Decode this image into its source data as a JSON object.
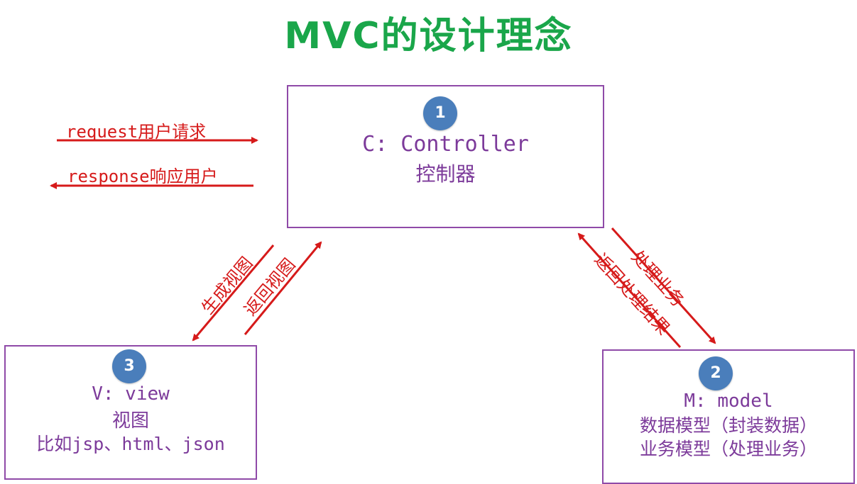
{
  "title": "MVC的设计理念",
  "controller": {
    "number": "1",
    "line1": "C: Controller",
    "line2": "控制器"
  },
  "model": {
    "number": "2",
    "line1": "M: model",
    "line2": "数据模型（封装数据）",
    "line3": "业务模型（处理业务）"
  },
  "view": {
    "number": "3",
    "line1": "V: view",
    "line2": "视图",
    "line3": "比如jsp、html、json"
  },
  "arrows": {
    "request": "request用户请求",
    "response": "response响应用户",
    "generate_view": "生成视图",
    "return_view": "返回视图",
    "process_business": "处理业务",
    "return_result": "返回处理结果"
  },
  "colors": {
    "title": "#1aa64a",
    "box_border": "#8f4aa8",
    "box_text": "#7c3a9a",
    "arrow": "#d61a1a",
    "badge": "#4a7ebb"
  }
}
